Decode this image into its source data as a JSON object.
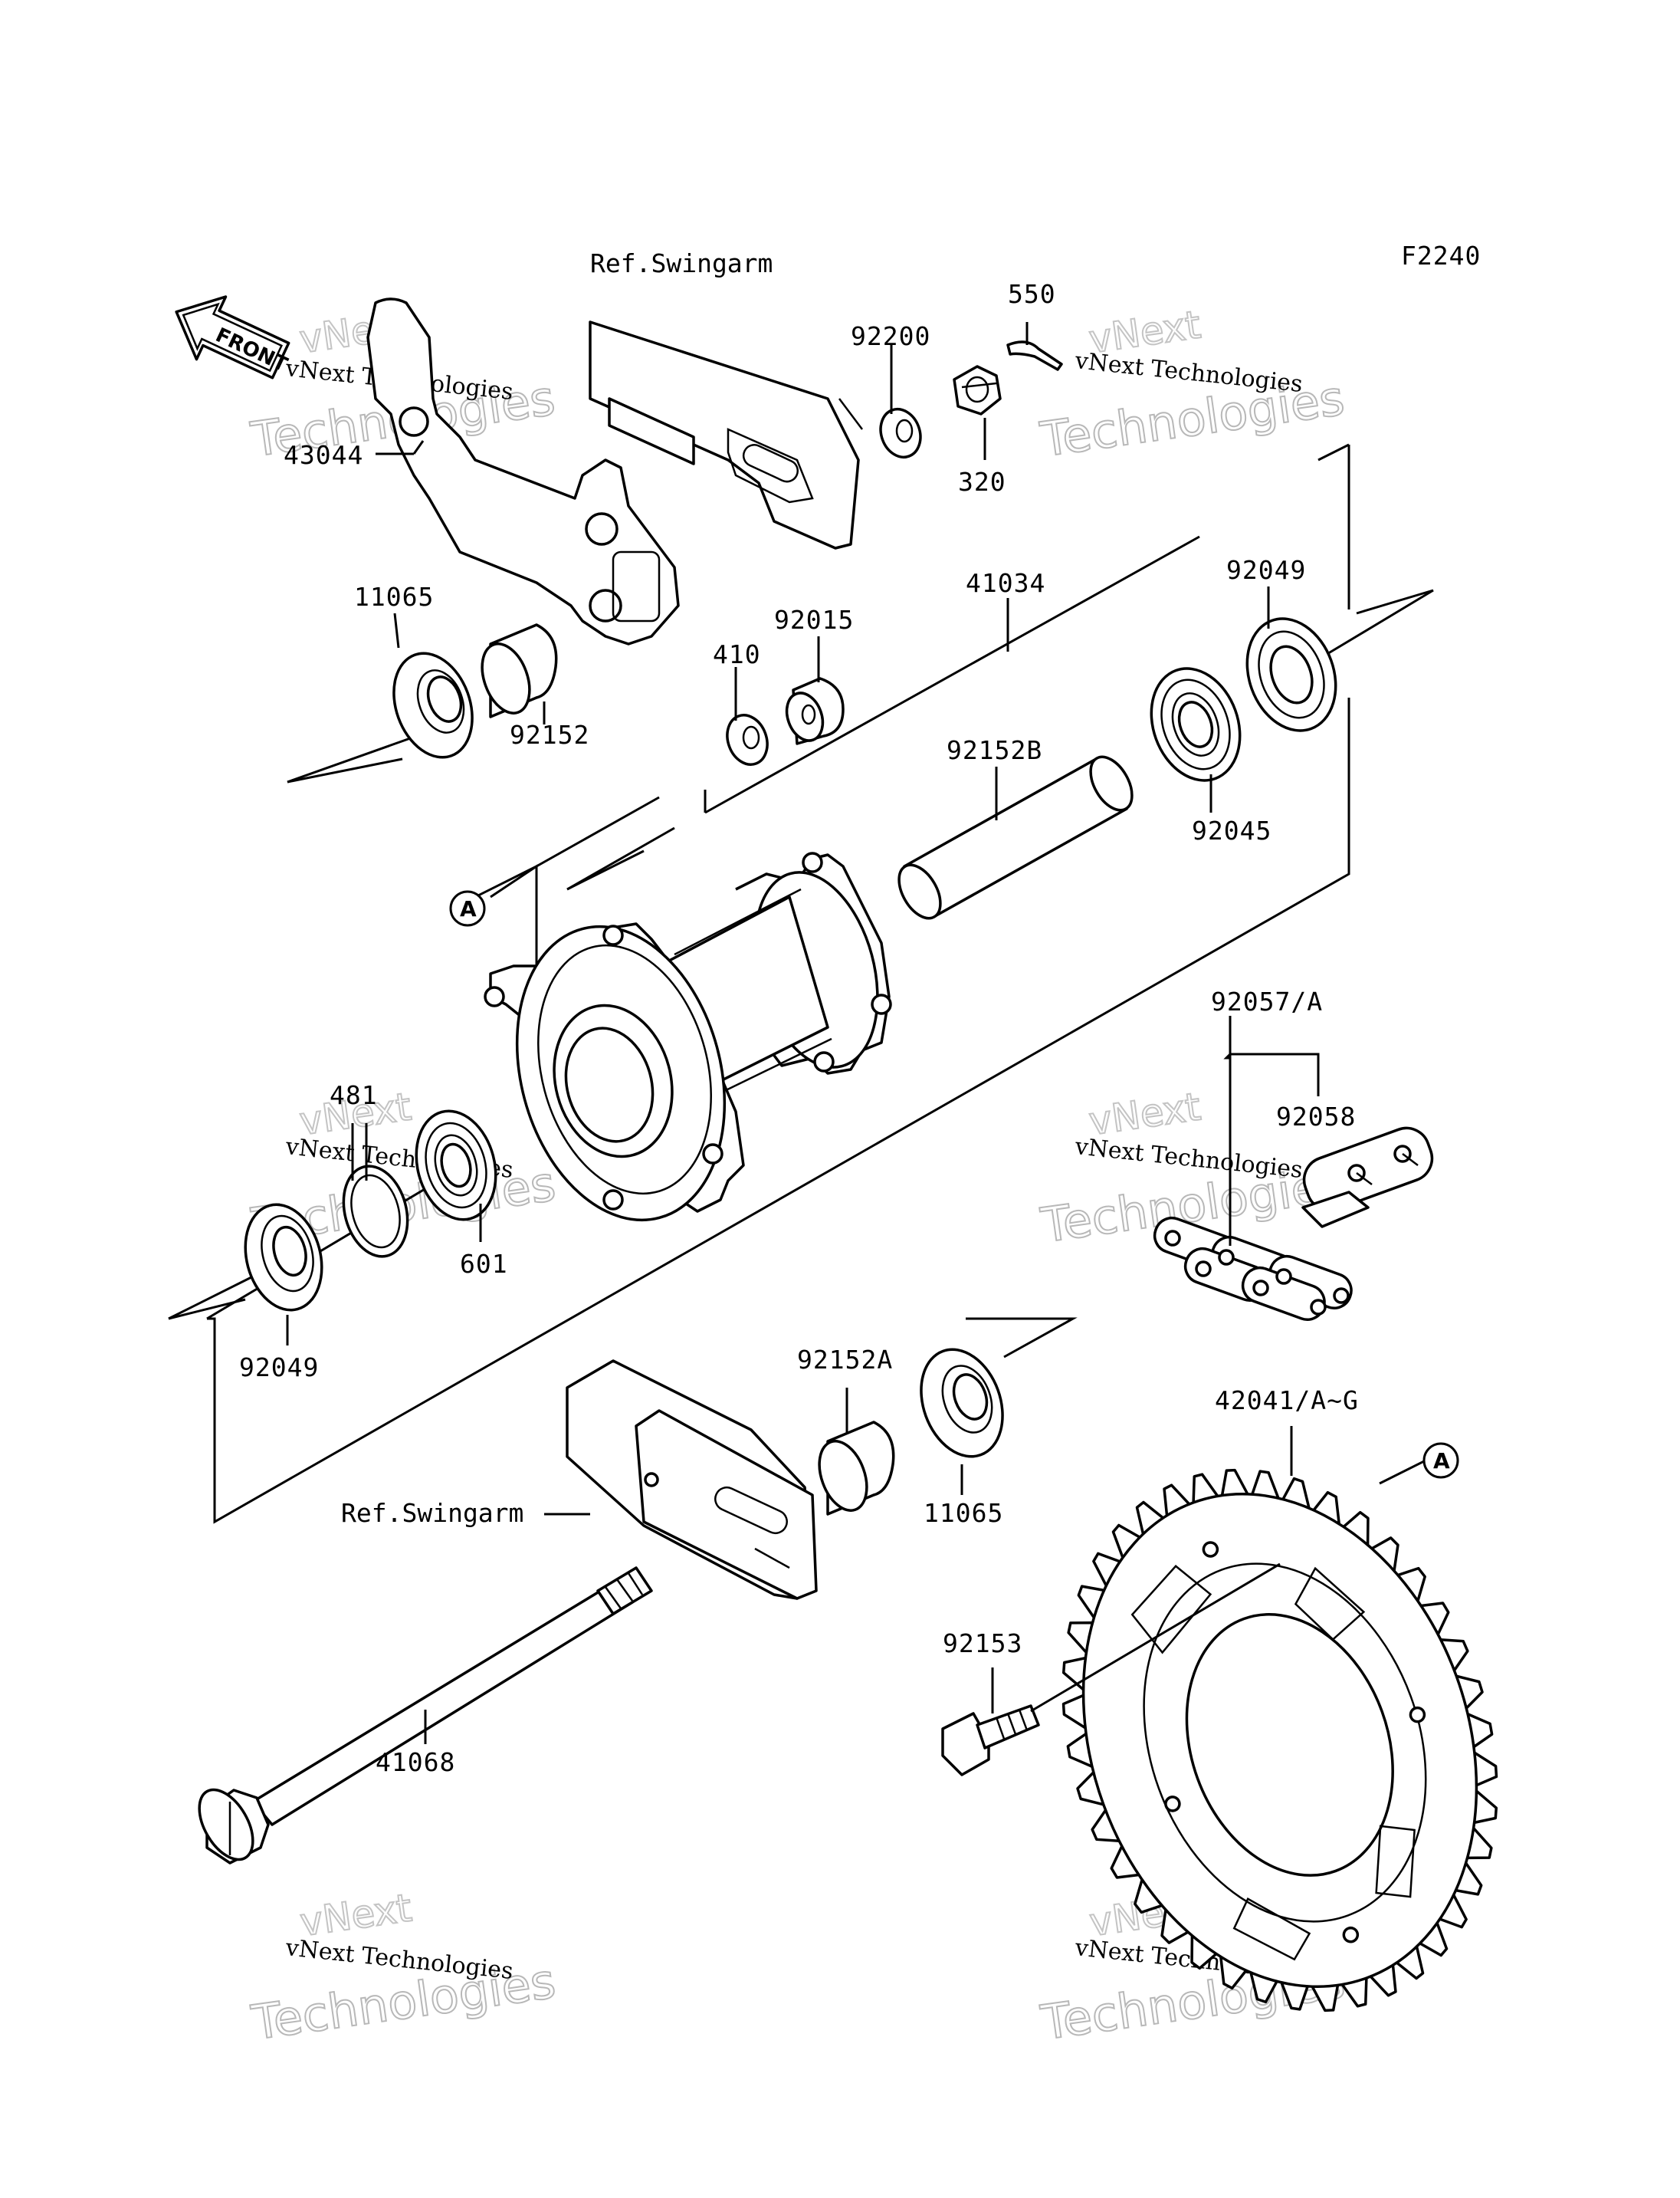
{
  "figure_code": "F2240",
  "front_marker": "FRONT",
  "ref_labels": {
    "ref_swingarm_top": "Ref.Swingarm",
    "ref_swingarm_bottom": "Ref.Swingarm"
  },
  "callouts": {
    "c550": "550",
    "c92200": "92200",
    "c320": "320",
    "c43044": "43044",
    "c11065_top": "11065",
    "c92152": "92152",
    "c410": "410",
    "c92015": "92015",
    "c41034": "41034",
    "c92049_top": "92049",
    "c92152B": "92152B",
    "c92045": "92045",
    "c92057A": "92057/A",
    "c92058": "92058",
    "c481": "481",
    "c601": "601",
    "c92049_bottom": "92049",
    "c92152A": "92152A",
    "c11065_bottom": "11065",
    "c42041": "42041/A~G",
    "c92153": "92153",
    "c41068": "41068"
  },
  "markers": {
    "a_left": "A",
    "a_right": "A"
  },
  "watermark": {
    "line1": "vNext",
    "line2": "vNext Technologies",
    "line3": "Technologies"
  }
}
